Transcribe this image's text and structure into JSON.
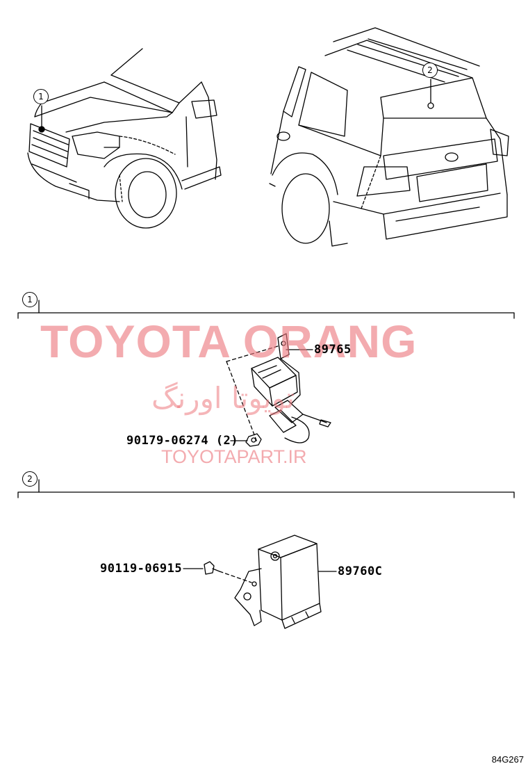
{
  "callouts": {
    "one": "1",
    "two": "2"
  },
  "parts": {
    "front_sensor": "89765",
    "front_nut": "90179-06274 (2)",
    "rear_bolt": "90119-06915",
    "rear_computer": "89760C"
  },
  "watermark": {
    "brand": "TOYOTA ORANG",
    "persian": "تویوتا اورنگ",
    "site": "TOYOTAPART.IR"
  },
  "drawing_code": "84G267",
  "colors": {
    "watermark": "#ec787e",
    "line": "#000000"
  }
}
